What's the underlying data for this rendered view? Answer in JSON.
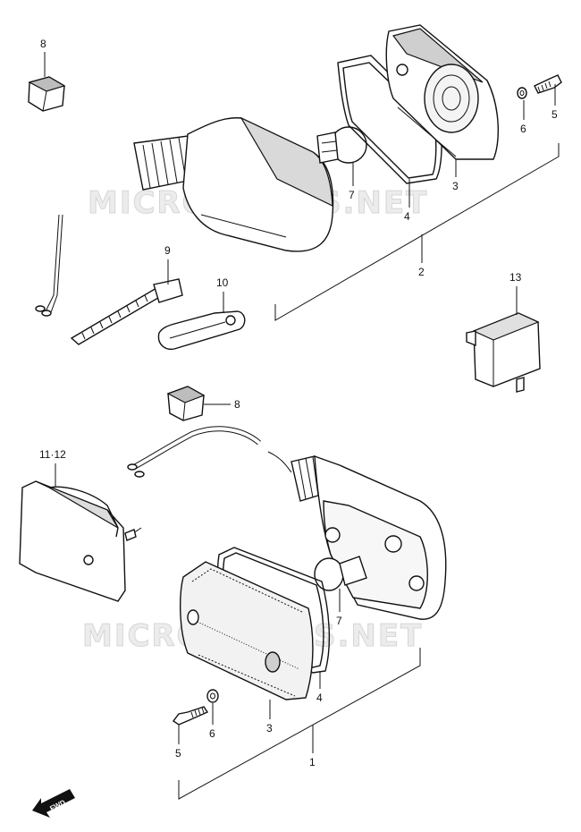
{
  "watermark": "MICROFICHES.NET",
  "callouts": {
    "c1": "1",
    "c2": "2",
    "c3a": "3",
    "c3b": "3",
    "c4a": "4",
    "c4b": "4",
    "c5a": "5",
    "c5b": "5",
    "c6a": "6",
    "c6b": "6",
    "c7a": "7",
    "c7b": "7",
    "c8a": "8",
    "c8b": "8",
    "c9": "9",
    "c10": "10",
    "c11_12": "11·12",
    "c13": "13"
  },
  "forward_label": "FWD"
}
